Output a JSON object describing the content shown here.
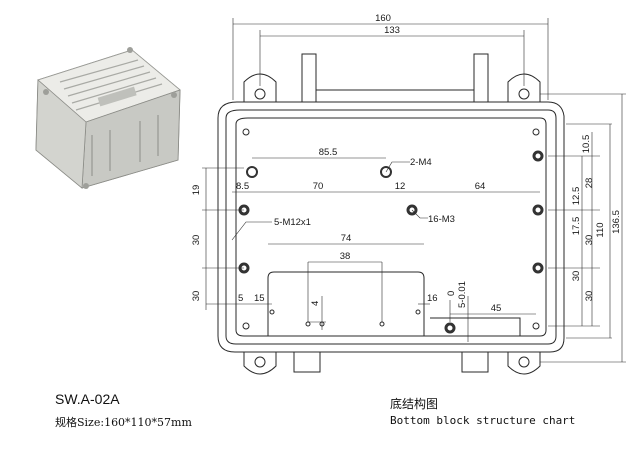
{
  "product": {
    "model": "SW.A-02A",
    "spec": "规格Size:160*110*57mm",
    "photo_icon": "enclosure-photo"
  },
  "caption": {
    "cn": "底结构图",
    "en": "Bottom block structure chart"
  },
  "dimensions": {
    "w160": "160",
    "w133": "133",
    "d85_5": "85.5",
    "d2m4": "2-M4",
    "d8_5": "8.5",
    "d70": "70",
    "d12": "12",
    "d64": "64",
    "d16m3": "16-M3",
    "d5m12": "5-M12x1",
    "d74": "74",
    "d38": "38",
    "d4": "4",
    "d5": "5",
    "d15": "15",
    "d16": "16",
    "d0": "0",
    "d5_001": "5-0.01",
    "d45": "45",
    "l19": "19",
    "l30a": "30",
    "l30b": "30",
    "r10_5": "10.5",
    "r28": "28",
    "r12_5": "12.5",
    "r17_5": "17.5",
    "r30a": "30",
    "r30b": "30",
    "r30c": "30",
    "r110": "110",
    "r136_5": "136.5"
  },
  "colors": {
    "line": "#2a2a2a",
    "hole": "#333333",
    "body_light": "#e4e4e0",
    "body_shade": "#b9bab5"
  }
}
